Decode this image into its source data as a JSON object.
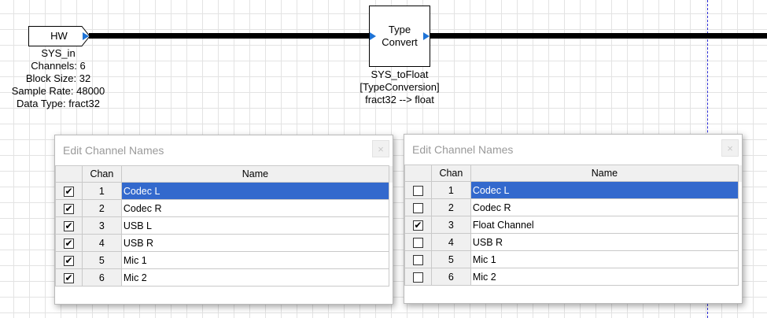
{
  "canvas": {
    "hw_block": {
      "label": "HW",
      "caption": [
        "SYS_in",
        "Channels: 6",
        "Block Size: 32",
        "Sample Rate: 48000",
        "Data Type: fract32"
      ]
    },
    "type_convert_block": {
      "label_line1": "Type",
      "label_line2": "Convert",
      "caption": [
        "SYS_toFloat",
        "[TypeConversion]",
        "fract32 --> float"
      ]
    }
  },
  "dialog_left": {
    "title": "Edit Channel Names",
    "close_label": "×",
    "columns": {
      "chan": "Chan",
      "name": "Name"
    },
    "rows": [
      {
        "checked": "✔",
        "chan": "1",
        "name": "Codec L"
      },
      {
        "checked": "✔",
        "chan": "2",
        "name": "Codec R"
      },
      {
        "checked": "✔",
        "chan": "3",
        "name": "USB L"
      },
      {
        "checked": "✔",
        "chan": "4",
        "name": "USB R"
      },
      {
        "checked": "✔",
        "chan": "5",
        "name": "Mic 1"
      },
      {
        "checked": "✔",
        "chan": "6",
        "name": "Mic 2"
      }
    ],
    "selected_row": 0
  },
  "dialog_right": {
    "title": "Edit Channel Names",
    "close_label": "×",
    "columns": {
      "chan": "Chan",
      "name": "Name"
    },
    "rows": [
      {
        "checked": "",
        "chan": "1",
        "name": "Codec L"
      },
      {
        "checked": "",
        "chan": "2",
        "name": "Codec R"
      },
      {
        "checked": "✔",
        "chan": "3",
        "name": "Float Channel"
      },
      {
        "checked": "",
        "chan": "4",
        "name": "USB R"
      },
      {
        "checked": "",
        "chan": "5",
        "name": "Mic 1"
      },
      {
        "checked": "",
        "chan": "6",
        "name": "Mic 2"
      }
    ],
    "selected_row": 0
  },
  "colors": {
    "selection": "#3369cd",
    "port": "#1e73d6",
    "guide_line": "#2b2bd6"
  }
}
